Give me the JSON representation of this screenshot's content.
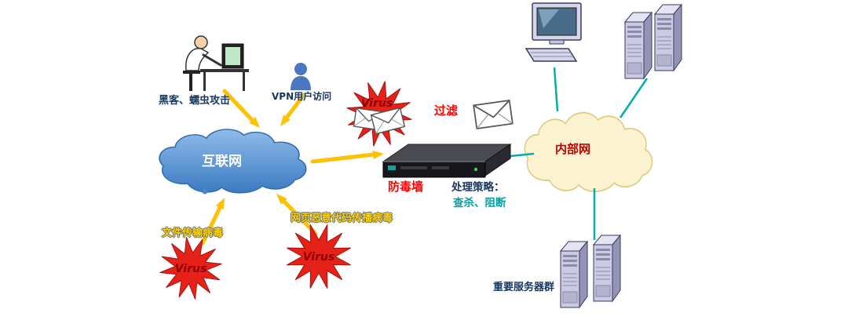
{
  "labels": {
    "hacker_attack": "黑客、蠕虫攻击",
    "vpn_user_access": "VPN用户访问",
    "internet": "互联网",
    "virus": "Virus",
    "filter": "过滤",
    "antivirus_wall": "防毒墙",
    "strategy_title": "处理策略：",
    "strategy_actions": "查杀、阻断",
    "internal_network": "内部网",
    "file_transfer_virus": "文件传输病毒",
    "web_malicious_code_virus": "网页恶意代码传播病毒",
    "important_server_group": "重要服务器群"
  },
  "colors": {
    "arrow_yellow": "#FFC000",
    "link_teal": "#00AEAE",
    "internet_cloud_blue": "#3C7AC2",
    "internal_cloud_yellow": "#FBF3CF",
    "virus_star_red": "#E62117",
    "virus_text": "#8B0000",
    "label_navy": "#17375E",
    "label_red": "#FF0000",
    "label_maroon": "#C00000",
    "label_teal": "#00A3A3",
    "outlined_label_yellow": "#FFD400"
  }
}
